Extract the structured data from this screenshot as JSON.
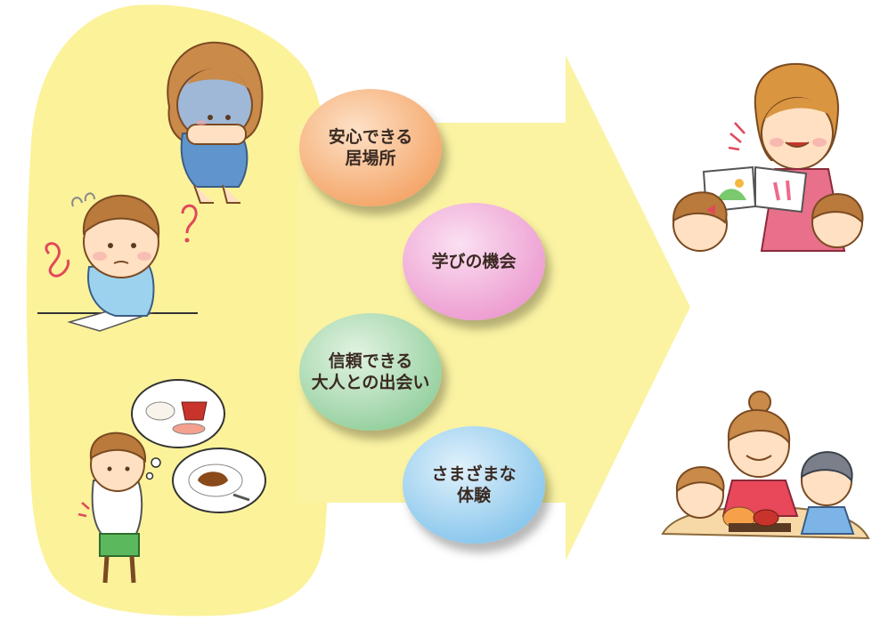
{
  "bubbles": [
    {
      "lines": [
        "安心できる",
        "居場所"
      ],
      "color": "#f6a86a"
    },
    {
      "lines": [
        "学びの機会"
      ],
      "color": "#ee9fd3"
    },
    {
      "lines": [
        "信頼できる",
        "大人との出会い"
      ],
      "color": "#9fd4a6"
    },
    {
      "lines": [
        "さまざまな",
        "体験"
      ],
      "color": "#8fcbee"
    }
  ],
  "colors": {
    "background_blob": "#fbf29a",
    "arrow": "#fbf3a2"
  },
  "illustrations": {
    "left": [
      "sad-girl-hugging-knees",
      "confused-boy-studying",
      "hungry-boy-thinking-of-food"
    ],
    "right": [
      "woman-reading-picture-book-to-children",
      "woman-serving-meal-to-children"
    ]
  }
}
